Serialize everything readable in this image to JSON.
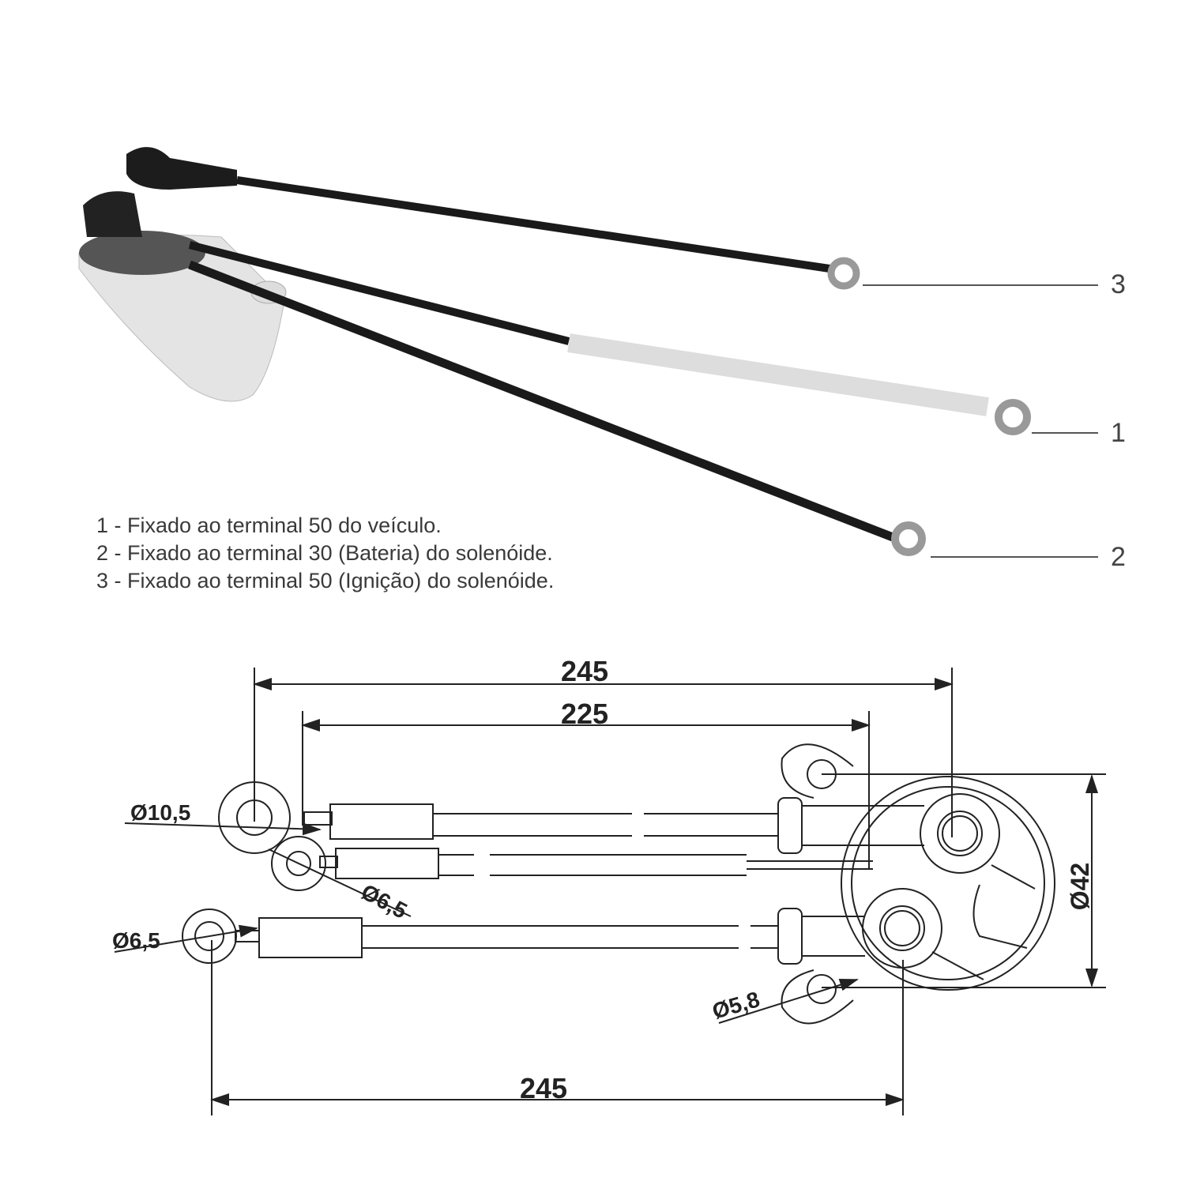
{
  "photo": {
    "callouts": [
      "3",
      "1",
      "2"
    ],
    "legend": [
      "1 - Fixado ao terminal 50 do veículo.",
      "2 - Fixado ao terminal 30 (Bateria) do solenóide.",
      "3 - Fixado ao terminal 50 (Ignição) do solenóide."
    ]
  },
  "drawing": {
    "dim_top_overall": "245",
    "dim_top_inner": "225",
    "dim_bottom": "245",
    "dia_ring_large": "Ø10,5",
    "dia_ring_mid": "Ø6,5",
    "dia_ring_lower": "Ø6,5",
    "dia_mount_hole": "Ø5,8",
    "dia_body": "Ø42"
  }
}
